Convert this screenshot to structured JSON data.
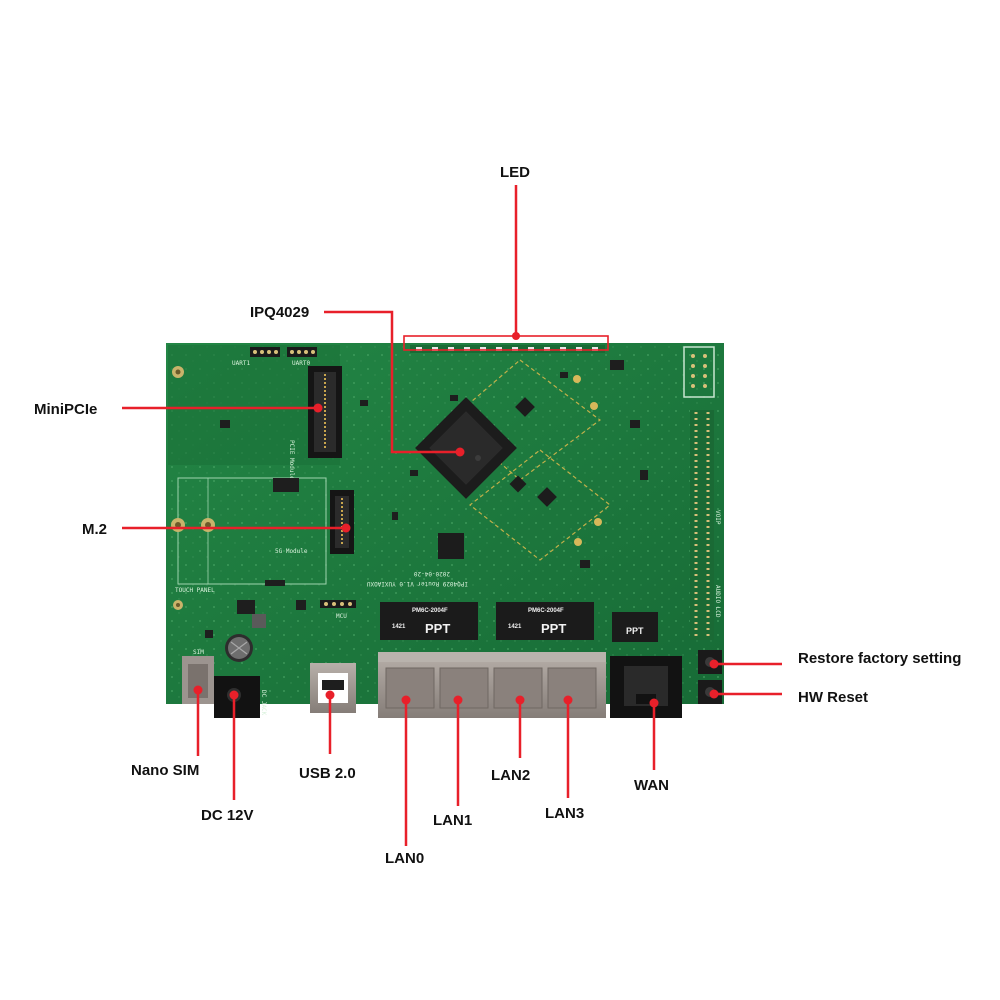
{
  "labels": {
    "led": "LED",
    "ipq": "IPQ4029",
    "minipcie": "MiniPCIe",
    "m2": "M.2",
    "restore": "Restore factory setting",
    "hwreset": "HW Reset",
    "nanosim": "Nano SIM",
    "dc12v": "DC 12V",
    "usb": "USB 2.0",
    "lan0": "LAN0",
    "lan1": "LAN1",
    "lan2": "LAN2",
    "lan3": "LAN3",
    "wan": "WAN"
  },
  "silkscreen": {
    "pcie_module": "PCIE Module",
    "module_5g": "5G Module",
    "uart1": "UART1",
    "uart0": "UART0",
    "touch_panel": "TOUCH PANEL",
    "dc_jack": "DC JACK",
    "board_name": "IPQ4029 Router V1.0 YUXIAOXU",
    "date": "2020-04-20",
    "voip": "VOIP",
    "audio_lcd": "AUDIO LCD",
    "mcu": "MCU",
    "sim": "SIM"
  },
  "chips": {
    "ppt_left": "PPT",
    "ppt_left_code": "PM6C-2004F",
    "ppt_left_num": "1421",
    "ppt_right": "PPT",
    "ppt_right_code": "PM6C-2004F",
    "ppt_right_num": "1421",
    "ppt_small": "PPT"
  },
  "colors": {
    "callout": "#e8202a",
    "pcb": "#1d7a3e",
    "pcb_dark": "#14612f"
  }
}
